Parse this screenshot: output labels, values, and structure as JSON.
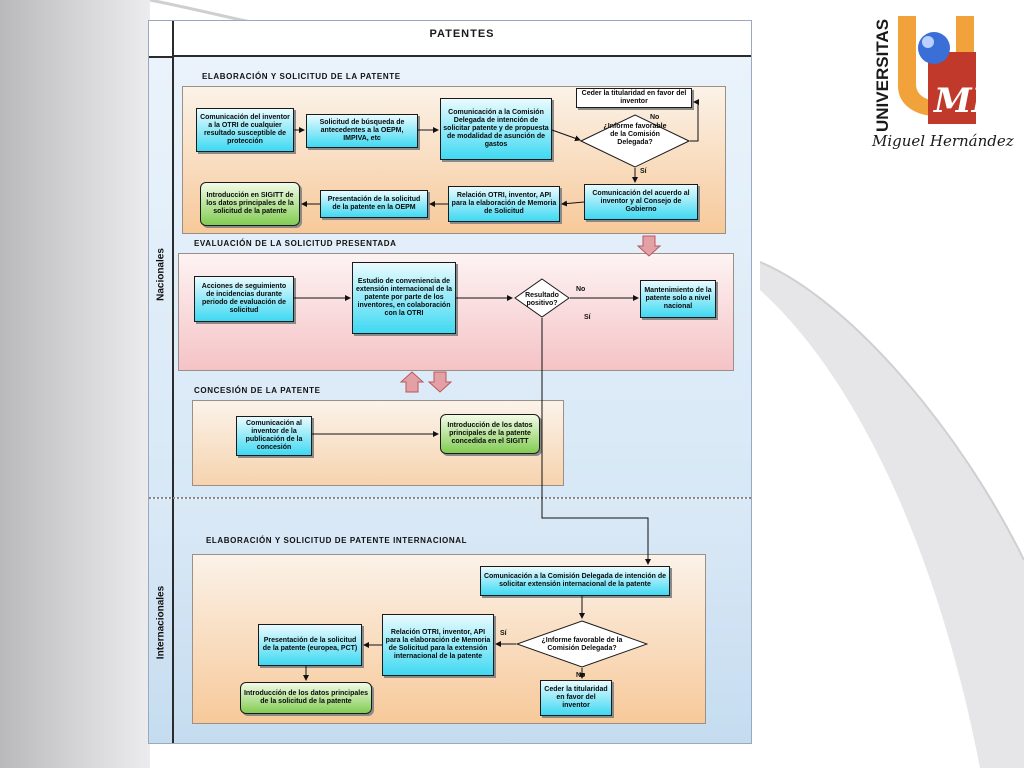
{
  "header": {
    "title": "PATENTES"
  },
  "rows": {
    "national": "Nacionales",
    "international": "Internacionales"
  },
  "logo": {
    "vertical": "UNIVERSITAS",
    "mark": "MH",
    "caption": "Miguel Hernández"
  },
  "colors": {
    "cyan": "#3fd9f2",
    "green": "#82cc52",
    "peach": "#f7c99a",
    "pink": "#f5c3c6",
    "arrow": "#d9888c"
  },
  "sec1": {
    "title": "ELABORACIÓN Y SOLICITUD DE LA PATENTE",
    "b1": "Comunicación del inventor a la OTRI de cualquier resultado susceptible de protección",
    "b2": "Solicitud de búsqueda de antecedentes a la OEPM, IMPIVA, etc",
    "b3": "Comunicación a la Comisión Delegada de intención de solicitar patente y de propuesta de modalidad de asunción de gastos",
    "b4": "Ceder la titularidad en favor del inventor",
    "d1": "¿Informe favorable de la Comisión Delegada?",
    "no": "No",
    "si": "Sí",
    "b5": "Comunicación del acuerdo al inventor y al Consejo de Gobierno",
    "b6": "Relación OTRI, inventor, API para la elaboración de Memoria de Solicitud",
    "b7": "Presentación de la solicitud de la patente en la OEPM",
    "b8": "Introducción en SIGITT de los datos principales de la solicitud de la patente"
  },
  "sec2": {
    "title": "EVALUACIÓN DE LA SOLICITUD PRESENTADA",
    "b1": "Acciones de seguimiento de incidencias durante periodo de evaluación de solicitud",
    "b2": "Estudio de conveniencia de extensión internacional de la patente por parte de los inventores, en colaboración con la OTRI",
    "d1": "Resultado positivo?",
    "no": "No",
    "si": "Sí",
    "b3": "Mantenimiento de la patente solo a nivel nacional"
  },
  "sec3": {
    "title": "CONCESIÓN DE LA PATENTE",
    "b1": "Comunicación al inventor de la publicación de la concesión",
    "b2": "Introducción de los datos principales de la patente concedida en el SIGITT"
  },
  "sec4": {
    "title": "ELABORACIÓN Y SOLICITUD DE PATENTE INTERNACIONAL",
    "b1": "Comunicación a la Comisión Delegada de intención de solicitar extensión internacional de la patente",
    "d1": "¿Informe favorable de la Comisión Delegada?",
    "si": "Sí",
    "no": "No",
    "b2": "Relación OTRI, inventor, API para la elaboración de Memoria de Solicitud para la extensión internacional de la patente",
    "b3": "Presentación de la solicitud de la patente (europea, PCT)",
    "b4": "Ceder la titularidad en favor del inventor",
    "b5": "Introducción de los datos principales de la solicitud de la patente"
  }
}
